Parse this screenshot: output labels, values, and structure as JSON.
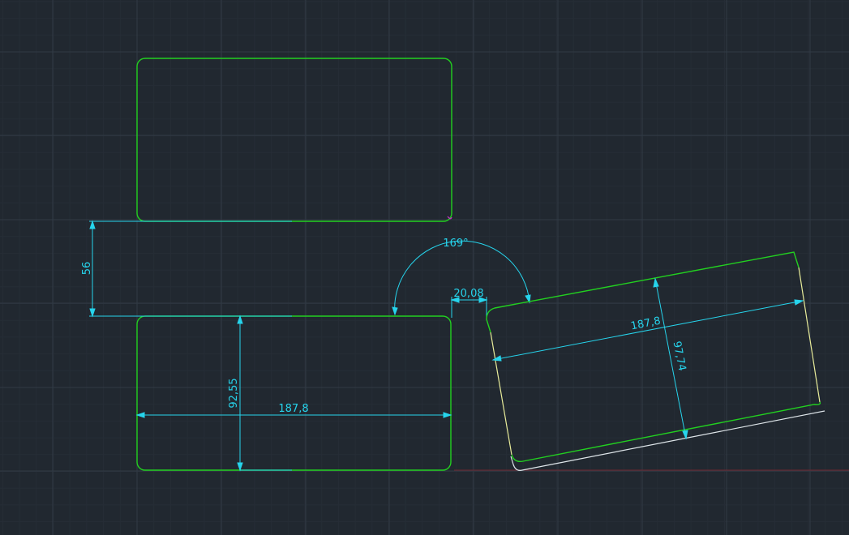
{
  "colors": {
    "background": "#212830",
    "grid_major": "#313a45",
    "grid_minor": "#262d36",
    "axis_red": "#6e2630",
    "geometry_green": "#22d020",
    "dimension_cyan": "#26d4ec",
    "edge_white": "#dfe6ea",
    "edge_yellow": "#e8ec9a",
    "magenta": "#c830c8"
  },
  "dimensions": {
    "gap_vertical": "56",
    "bottom_height": "92,55",
    "bottom_width": "187,8",
    "angle": "169°",
    "horizontal_gap": "20,08",
    "rotated_width": "187,8",
    "rotated_height": "97,74"
  }
}
